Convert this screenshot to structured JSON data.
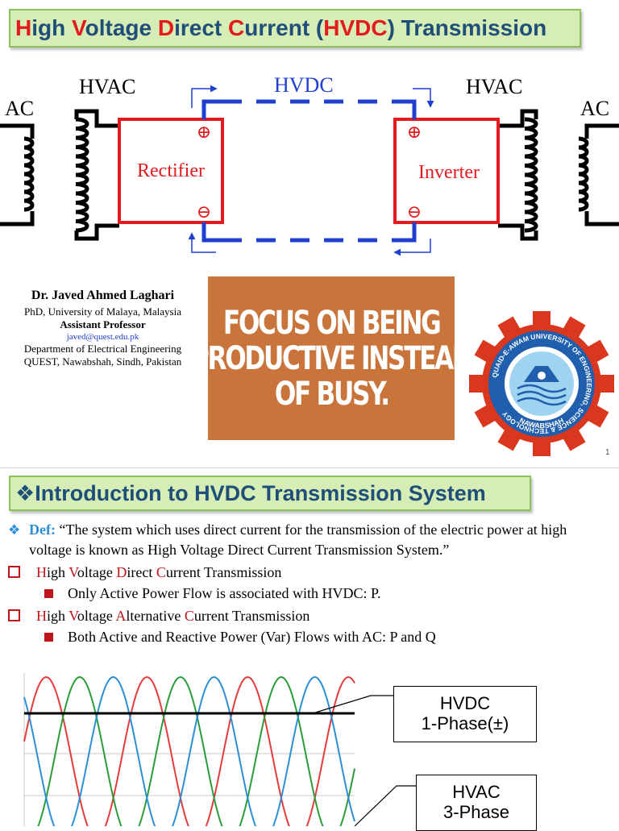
{
  "slide1": {
    "title_parts": [
      "H",
      "igh ",
      "V",
      "oltage ",
      "D",
      "irect ",
      "C",
      "urrent  (",
      "HVDC",
      ") Transmission"
    ],
    "diagram": {
      "ac_left": "AC",
      "hvac_left": "HVAC",
      "hvdc": "HVDC",
      "hvac_right": "HVAC",
      "ac_right": "AC",
      "rectifier": "Rectifier",
      "inverter": "Inverter",
      "plus": "⊕",
      "minus": "⊖"
    },
    "author": {
      "name": "Dr. Javed Ahmed Laghari",
      "degree": "PhD, University of Malaya, Malaysia",
      "role": "Assistant Professor",
      "email": "javed@quest.edu.pk",
      "department": "Department of Electrical Engineering",
      "institute": "QUEST, Nawabshah, Sindh, Pakistan"
    },
    "poster_lines": [
      "FOCUS ON BEING",
      "PRODUCTIVE INSTEAD",
      "OF BUSY."
    ],
    "seal": {
      "ring_text": "QUAID-E-AWAM UNIVERSITY OF ENGINEERING, SCIENCE & TECHNOLOGY",
      "bottom_text": "NAWABSHAH"
    },
    "page_number": "1"
  },
  "slide2": {
    "title": "❖Introduction to HVDC Transmission System",
    "def_marker": "❖",
    "def_label": "Def:",
    "def_text": " “The system which uses direct current for the transmission of the electric power at high voltage is known as High Voltage Direct Current Transmission System.”",
    "bullet_hvdc": [
      "H",
      "igh ",
      "V",
      "oltage ",
      "D",
      "irect ",
      "C",
      "urrent Transmission"
    ],
    "sub_hvdc": "Only Active Power Flow is associated with HVDC: P.",
    "bullet_hvac": [
      "H",
      "igh ",
      "V",
      "oltage ",
      "A",
      "lternative ",
      "C",
      "urrent Transmission"
    ],
    "sub_hvac": "Both Active and Reactive Power (Var) Flows with AC: P and Q",
    "label_hvdc": [
      "HVDC",
      "1-Phase(±)"
    ],
    "label_hvac": [
      "HVAC",
      "3-Phase"
    ]
  },
  "colors": {
    "title_text": "#1f4e79",
    "title_accent": "#e41a1c",
    "title_bg": "#d6edb6",
    "dc_line": "#1f3fd0",
    "converter": "#e41a1c",
    "phase_a": "#e63b3b",
    "phase_b": "#2a9d3a",
    "phase_c": "#2b8fd6"
  }
}
